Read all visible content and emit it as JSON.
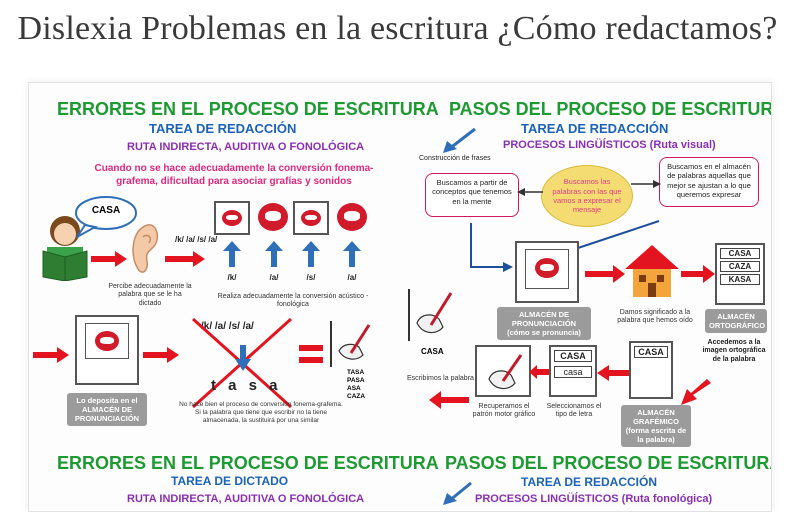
{
  "title": "Dislexia Problemas en la escritura ¿Cómo redactamos?",
  "left_top": {
    "heading": "ERRORES EN EL PROCESO DE ESCRITURA",
    "task": "TAREA DE REDACCIÓN",
    "route": "RUTA INDIRECTA, AUDITIVA O FONOLÓGICA",
    "warning": "Cuando no se hace adecuadamente la conversión fonema-grafema, dificultad para asociar grafías y sonidos",
    "bubble_word": "CASA",
    "phonemes": "/k/ /a/ /s/ /a/",
    "phoneme_units": [
      "/k/",
      "/a/",
      "/s/",
      "/a/"
    ],
    "caption_ear": "Percibe adecuadamente la palabra que se le ha dictado",
    "caption_conversion": "Realiza adecuadamente la conversión acústico - fonológica",
    "caption_deposit": "Lo deposita en el ALMACÉN DE PRONUNCIACIÓN",
    "crossed_phonemes": "/k/ /a/ /s/ /a/",
    "letters": "t a s a",
    "caption_error": "No hace bien el proceso de conversión fonema-grafema. Si la palabra que tiene que escribir no la tiene almacenada, la sustituirá por una similar",
    "written_words": [
      "TASA",
      "PASA",
      "ASA",
      "CAZA"
    ]
  },
  "right_top": {
    "heading": "PASOS DEL PROCESO DE ESCRITURA",
    "task": "TAREA DE REDACCIÓN",
    "process": "PROCESOS LINGÜÍSTICOS (Ruta visual)",
    "construction": "Construcción de frases",
    "box_left": "Buscamos a partir de conceptos que tenemos en la mente",
    "oval": "Buscamos las palabras con las que vamos a expresar el mensaje",
    "box_right": "Buscamos en el almacén de palabras aquellas que mejor se ajustan a lo que queremos expresar",
    "pron_store": "ALMACÉN DE PRONUNCIACIÓN (cómo se pronuncia)",
    "meaning": "Damos significado a la palabra que hemos oído",
    "ortho_words": [
      "CASA",
      "CAZA",
      "KASA"
    ],
    "ortho_store": "ALMACÉN ORTOGRÁFICO",
    "access_caption": "Accedemos a la imagen ortográfica de la palabra",
    "casa_label": "CASA",
    "write_caption": "Escribimos la palabra",
    "motor_caption": "Recuperamos el patrón motor gráfico",
    "type_caption": "Seleccionamos el tipo de letra",
    "type_words": [
      "CASA",
      "casa"
    ],
    "graph_word": "CASA",
    "graph_store": "ALMACÉN GRAFÉMICO (forma escrita de la palabra)"
  },
  "left_bottom": {
    "heading": "ERRORES EN EL PROCESO DE ESCRITURA",
    "task": "TAREA DE DICTADO",
    "route": "RUTA INDIRECTA, AUDITIVA O FONOLÓGICA"
  },
  "right_bottom": {
    "heading": "PASOS DEL PROCESO DE ESCRITURA",
    "task": "TAREA DE REDACCIÓN",
    "process": "PROCESOS LINGÜÍSTICOS (Ruta fonológica)"
  },
  "colors": {
    "red": "#e3141f",
    "green": "#1e9a33",
    "blue": "#1c63b8",
    "purple": "#8a2fb4",
    "pink": "#e0287c"
  }
}
